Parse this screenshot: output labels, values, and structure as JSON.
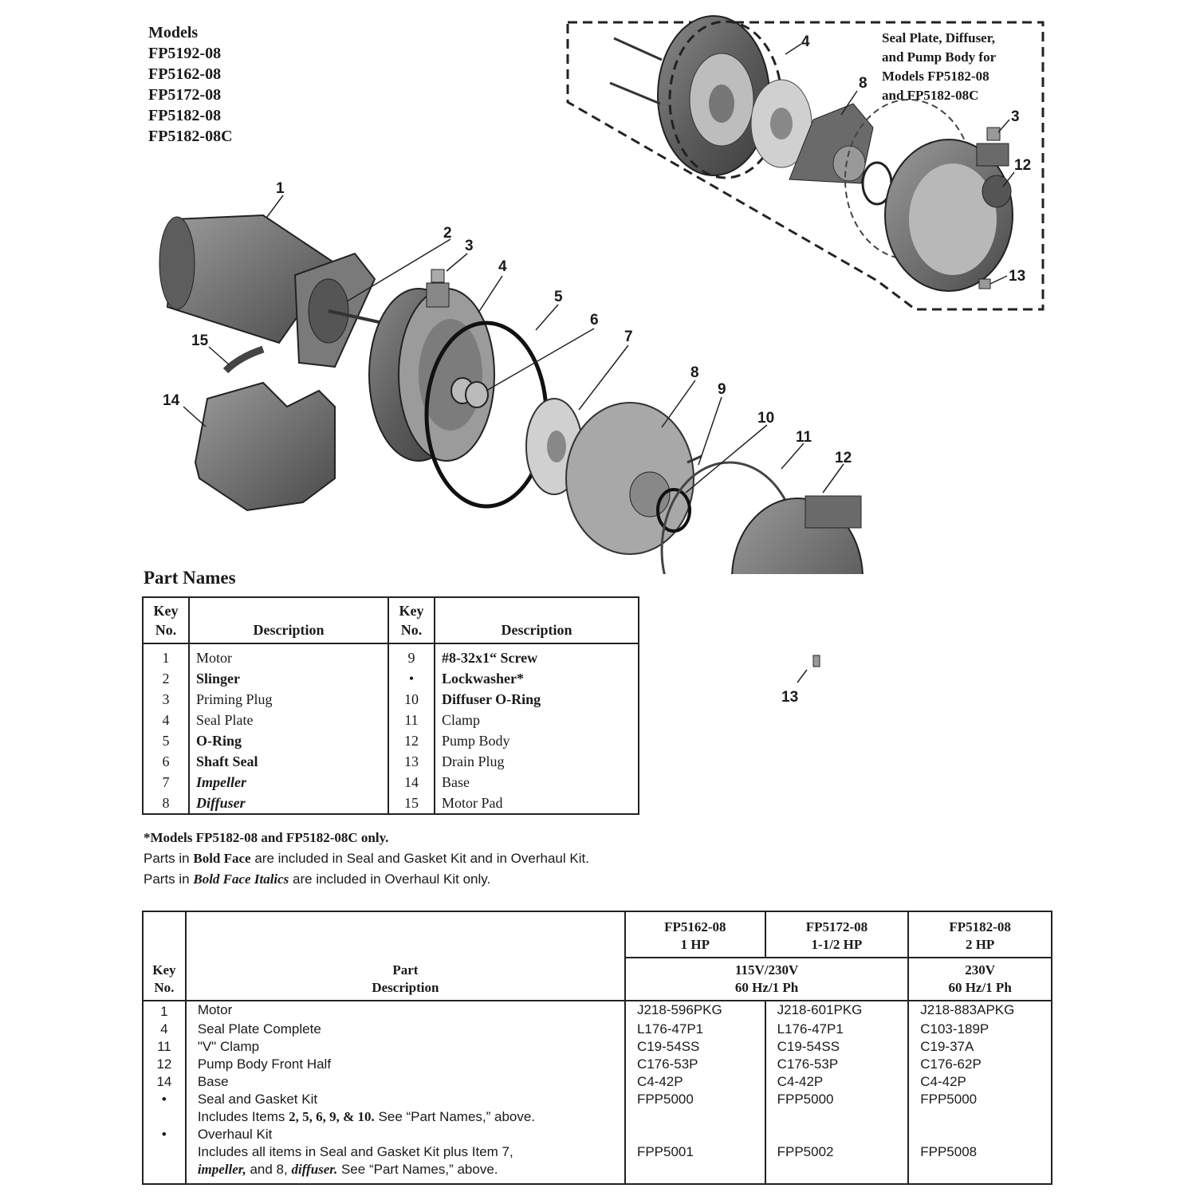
{
  "models": {
    "heading": "Models",
    "list": [
      "FP5192-08",
      "FP5162-08",
      "FP5172-08",
      "FP5182-08",
      "FP5182-08C"
    ]
  },
  "inset": {
    "caption_lines": [
      "Seal Plate, Diffuser,",
      "and Pump Body for",
      "Models FP5182-08",
      "and FP5182-08C"
    ],
    "callouts": [
      "4",
      "8",
      "3",
      "12",
      "13"
    ]
  },
  "diagram": {
    "callouts": [
      "1",
      "2",
      "3",
      "4",
      "5",
      "6",
      "7",
      "8",
      "9",
      "10",
      "11",
      "12",
      "13",
      "14",
      "15"
    ]
  },
  "part_names": {
    "title": "Part Names",
    "headers": {
      "key": "Key\nNo.",
      "description": "Description"
    },
    "left": [
      {
        "key": "1",
        "desc": "Motor",
        "style": "normal"
      },
      {
        "key": "2",
        "desc": "Slinger",
        "style": "bold"
      },
      {
        "key": "3",
        "desc": "Priming Plug",
        "style": "normal"
      },
      {
        "key": "4",
        "desc": "Seal Plate",
        "style": "normal"
      },
      {
        "key": "5",
        "desc": "O-Ring",
        "style": "bold"
      },
      {
        "key": "6",
        "desc": "Shaft Seal",
        "style": "bold"
      },
      {
        "key": "7",
        "desc": "Impeller",
        "style": "bold-italic"
      },
      {
        "key": "8",
        "desc": "Diffuser",
        "style": "bold-italic"
      }
    ],
    "right": [
      {
        "key": "9",
        "desc": "#8-32x1“ Screw",
        "style": "bold"
      },
      {
        "key": "•",
        "desc": "Lockwasher*",
        "style": "bold"
      },
      {
        "key": "10",
        "desc": "Diffuser O-Ring",
        "style": "bold"
      },
      {
        "key": "11",
        "desc": "Clamp",
        "style": "normal"
      },
      {
        "key": "12",
        "desc": "Pump Body",
        "style": "normal"
      },
      {
        "key": "13",
        "desc": "Drain Plug",
        "style": "normal"
      },
      {
        "key": "14",
        "desc": "Base",
        "style": "normal"
      },
      {
        "key": "15",
        "desc": "Motor Pad",
        "style": "normal"
      }
    ]
  },
  "notes": {
    "footnote": "*Models FP5182-08 and FP5182-08C only.",
    "bold_prefix": "Parts in ",
    "bold_label": "Bold Face",
    "bold_suffix": " are included in Seal and Gasket Kit and in Overhaul Kit.",
    "italic_prefix": "Parts in ",
    "italic_label": "Bold Face Italics",
    "italic_suffix": " are included in Overhaul Kit only."
  },
  "parts_table": {
    "key_header": "Key\nNo.",
    "part_header": "Part\nDescription",
    "models": [
      {
        "model": "FP5162-08",
        "hp": "1 HP"
      },
      {
        "model": "FP5172-08",
        "hp": "1-1/2 HP"
      },
      {
        "model": "FP5182-08",
        "hp": "2 HP"
      }
    ],
    "voltage_a": "115V/230V\n60 Hz/1 Ph",
    "voltage_b": "230V\n60 Hz/1 Ph",
    "rows": [
      {
        "key": "1",
        "desc": "Motor",
        "p": [
          "J218-596PKG",
          "J218-601PKG",
          "J218-883APKG"
        ]
      },
      {
        "key": "4",
        "desc": "Seal Plate Complete",
        "p": [
          "L176-47P1",
          "L176-47P1",
          "C103-189P"
        ]
      },
      {
        "key": "11",
        "desc": "\"V\" Clamp",
        "p": [
          "C19-54SS",
          "C19-54SS",
          "C19-37A"
        ]
      },
      {
        "key": "12",
        "desc": "Pump Body Front Half",
        "p": [
          "C176-53P",
          "C176-53P",
          "C176-62P"
        ]
      },
      {
        "key": "14",
        "desc": "Base",
        "p": [
          "C4-42P",
          "C4-42P",
          "C4-42P"
        ]
      },
      {
        "key": "•",
        "desc": "Seal and Gasket Kit",
        "p": [
          "FPP5000",
          "FPP5000",
          "FPP5000"
        ]
      },
      {
        "key": "",
        "desc_parts": [
          [
            "Includes Items ",
            ""
          ],
          [
            "2, 5, 6, 9, & 10.",
            "b"
          ],
          [
            " See “Part Names,” above.",
            ""
          ]
        ],
        "p": [
          "",
          "",
          ""
        ]
      },
      {
        "key": "•",
        "desc": "Overhaul Kit",
        "p": [
          "",
          "",
          ""
        ]
      },
      {
        "key": "",
        "desc": "Includes all items in Seal and Gasket Kit plus Item 7,",
        "p": [
          "FPP5001",
          "FPP5002",
          "FPP5008"
        ]
      },
      {
        "key": "",
        "desc_parts": [
          [
            "impeller,",
            "bi"
          ],
          [
            " and 8, ",
            ""
          ],
          [
            "diffuser.",
            "bi"
          ],
          [
            " See “Part Names,” above.",
            ""
          ]
        ],
        "p": [
          "",
          "",
          ""
        ]
      }
    ]
  }
}
